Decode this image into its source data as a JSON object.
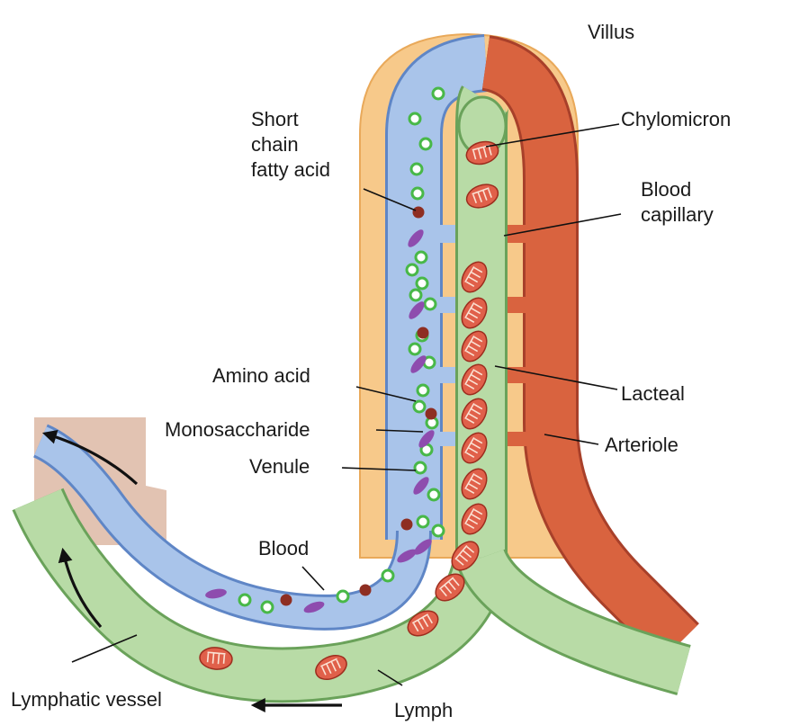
{
  "labels": {
    "villus": "Villus",
    "short_chain_fatty_acid": [
      "Short",
      "chain",
      "fatty acid"
    ],
    "chylomicron": "Chylomicron",
    "blood_capillary": [
      "Blood",
      "capillary"
    ],
    "amino_acid": "Amino acid",
    "monosaccharide": "Monosaccharide",
    "venule": "Venule",
    "lacteal": "Lacteal",
    "arteriole": "Arteriole",
    "blood": "Blood",
    "lymphatic_vessel": "Lymphatic vessel",
    "lymph": "Lymph"
  },
  "colors": {
    "villus_tissue": "#f7c98a",
    "villus_edge": "#e9a95a",
    "vein_blood": "#a9c4ea",
    "vein_edge": "#5f86c6",
    "artery": "#d9633f",
    "artery_edge": "#a8402a",
    "lymph": "#b8dba6",
    "lymph_edge": "#6aa25a",
    "chylomicron": "#e0604a",
    "green_dot": "#48b848",
    "red_dot": "#8e2e22",
    "purple_mol": "#8e4cae",
    "tissue_block": "#e2c3b2"
  }
}
